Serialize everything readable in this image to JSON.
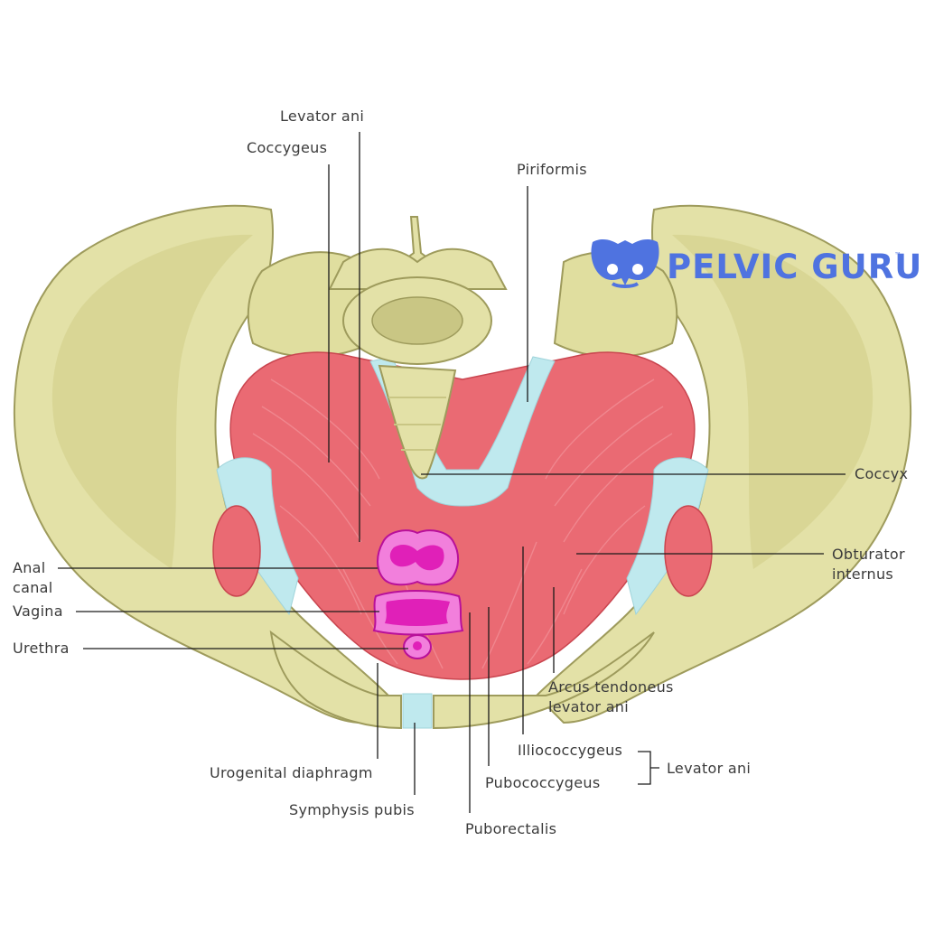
{
  "brand": {
    "name": "PELVIC GURU",
    "trademark": "™",
    "color": "#4f73e0"
  },
  "colors": {
    "bone": "#e3e1a7",
    "bone_shadow": "#c9c684",
    "bone_outline": "#9e9b5c",
    "muscle": "#ea6a73",
    "muscle_light": "#f29097",
    "fascia": "#bfe9ee",
    "orifice": "#e020b8",
    "orifice_light": "#f27fdc",
    "leader_line": "#1a1a1a"
  },
  "labels": {
    "levator_ani_top": "Levator ani",
    "coccygeus": "Coccygeus",
    "piriformis": "Piriformis",
    "coccyx": "Coccyx",
    "obturator_line1": "Obturator",
    "obturator_line2": "internus",
    "anal_line1": "Anal",
    "anal_line2": "canal",
    "vagina": "Vagina",
    "urethra": "Urethra",
    "arcus_line1": "Arcus tendoneus",
    "arcus_line2": "levator ani",
    "illiococcygeus": "Illiococcygeus",
    "pubococcygeus": "Pubococcygeus",
    "levator_ani_group": "Levator ani",
    "urogenital": "Urogenital diaphragm",
    "symphysis": "Symphysis pubis",
    "puborectalis": "Puborectalis"
  }
}
